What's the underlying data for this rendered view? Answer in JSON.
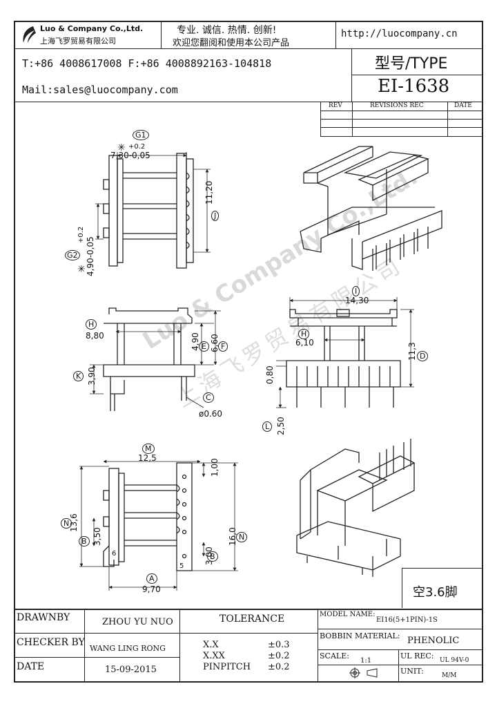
{
  "header": {
    "company_name": "Luo & Company Co.,Ltd.",
    "company_name_cn": "上海飞罗贸易有限公司",
    "slogan_line1": "专业. 诚信. 热情. 创新!",
    "slogan_line2": "欢迎您翻阅和使用本公司产品",
    "website": "http://luocompany.cn",
    "phone_fax": "T:+86 4008617008 F:+86 4008892163-104818",
    "mail": "Mail:sales@luocompany.com",
    "type_label": "型号/TYPE",
    "model": "EI-1638"
  },
  "revisions": {
    "headers": [
      "REV",
      "REVISIONS REC",
      "DATE"
    ],
    "rows": [
      [
        "",
        "",
        ""
      ],
      [
        "",
        "",
        ""
      ],
      [
        "",
        "",
        ""
      ]
    ]
  },
  "dimensions": {
    "g1_tol": "+0.2",
    "g1_value": "7,30-0,05",
    "j_value": "11,20",
    "g2_tol": "+0.2",
    "g2_value": "4,90-0,05",
    "i_value": "14,30",
    "h_value": "8,80",
    "e_value": "4,90",
    "f_value": "6,60",
    "k_value": "3,90",
    "c_value": "ø0.60",
    "h2_value": "6,10",
    "d_value": "11,3",
    "v080": "0,80",
    "l_value": "2,50",
    "m_value": "12,5",
    "n_top": "1,00",
    "n_left": "13,6",
    "b_value": "3,50",
    "n_right": "16,0",
    "b2_value": "3,00",
    "a_value": "9,70",
    "pin6": "6",
    "pin5": "5"
  },
  "labels": {
    "G1": "G1",
    "J": "J",
    "G2": "G2",
    "I": "I",
    "H": "H",
    "E": "E",
    "F": "F",
    "K": "K",
    "C": "C",
    "H2": "H",
    "D": "D",
    "L": "L",
    "M": "M",
    "N": "N",
    "B": "B",
    "A": "A",
    "B2": "B"
  },
  "watermark": {
    "line1": "Luo & Company Co.,Ltd.",
    "line2": "上海飞罗贸易有限公司"
  },
  "note": "空3.6脚",
  "title_block": {
    "drawnby_label": "DRAWNBY",
    "drawnby_value": "ZHOU YU NUO",
    "checker_label": "CHECKER BY",
    "checker_value": "WANG LING RONG",
    "date_label": "DATE",
    "date_value": "15-09-2015",
    "tolerance_label": "TOLERANCE",
    "tol_xx_label": "X.X",
    "tol_xx_value": "±0.3",
    "tol_xxx_label": "X.XX",
    "tol_xxx_value": "±0.2",
    "tol_pin_label": "PINPITCH",
    "tol_pin_value": "±0.2",
    "model_name_label": "MODEL NAME:",
    "model_name_value": "EI16(5+1PIN)-1S",
    "bobbin_label": "BOBBIN MATERIAL:",
    "bobbin_value": "PHENOLIC",
    "scale_label": "SCALE:",
    "scale_value": "1:1",
    "ulrec_label": "UL REC:",
    "ulrec_value": "UL 94V-0",
    "unit_label": "UNIT:",
    "unit_value": "M/M"
  }
}
